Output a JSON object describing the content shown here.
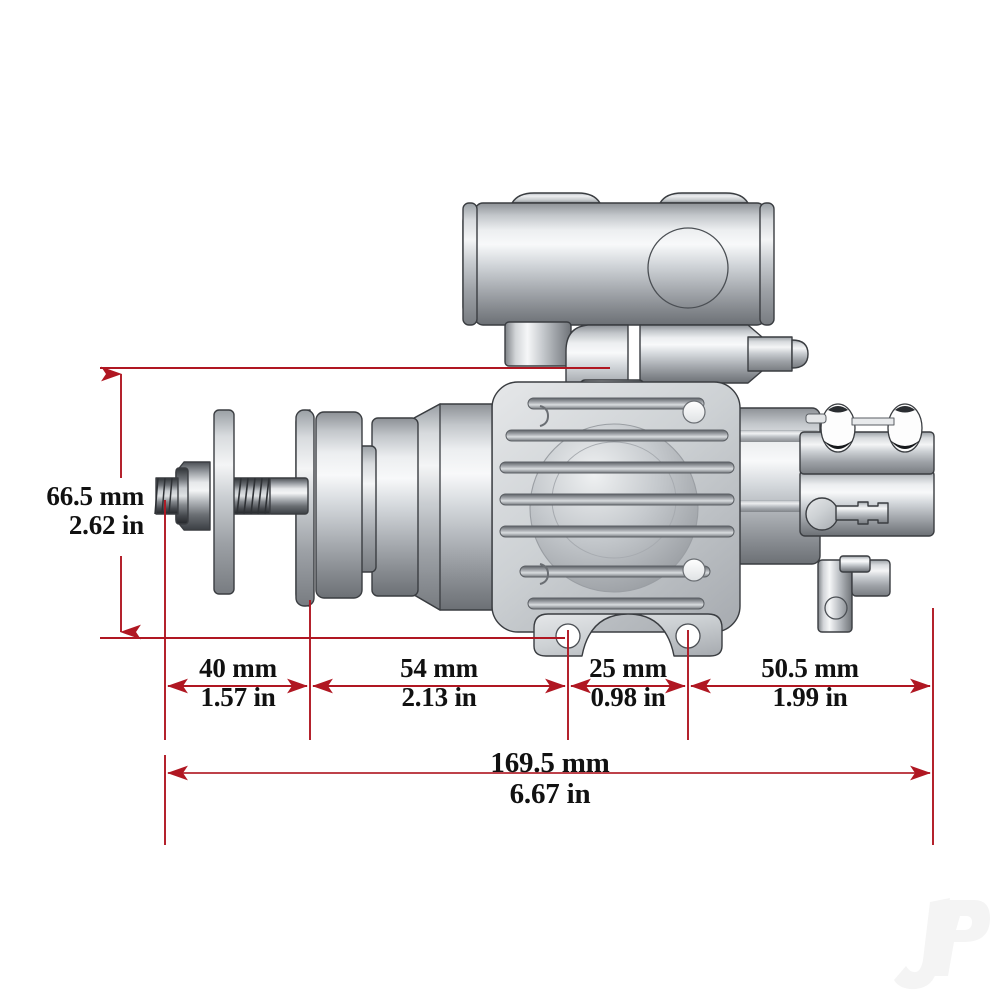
{
  "page": {
    "title": "RC Model Engine Dimension Drawing",
    "background_color": "#ffffff",
    "dimension_color": "#b01722",
    "dimension_color_soft": "#a8505c",
    "text_color": "#111111",
    "metal_light": "#f2f2f2",
    "metal_mid": "#b8bcc0",
    "metal_dark": "#5a5e63",
    "outline_color": "#3a3d41"
  },
  "dimensions": {
    "vertical": {
      "name": "overall-height",
      "mm": "66.5 mm",
      "in": "2.62 in"
    },
    "chain": [
      {
        "name": "prop-shaft-length",
        "mm": "40 mm",
        "in": "1.57 in"
      },
      {
        "name": "crankcase-front-length",
        "mm": "54 mm",
        "in": "2.13 in"
      },
      {
        "name": "mounting-hole-spacing",
        "mm": "25 mm",
        "in": "0.98 in"
      },
      {
        "name": "carburettor-rear-length",
        "mm": "50.5 mm",
        "in": "1.99 in"
      }
    ],
    "total": {
      "name": "overall-length",
      "mm": "169.5 mm",
      "in": "6.67 in"
    }
  },
  "watermark": {
    "text": "JP",
    "color": "#f4f4f4"
  },
  "product": {
    "parts": [
      "muffler",
      "exhaust-header",
      "cylinder-head-fins",
      "crankcase",
      "propeller-shaft",
      "propeller-driver",
      "prop-nut",
      "prop-washer",
      "carburettor",
      "needle-valve",
      "fuel-nipple",
      "mounting-lugs"
    ]
  }
}
